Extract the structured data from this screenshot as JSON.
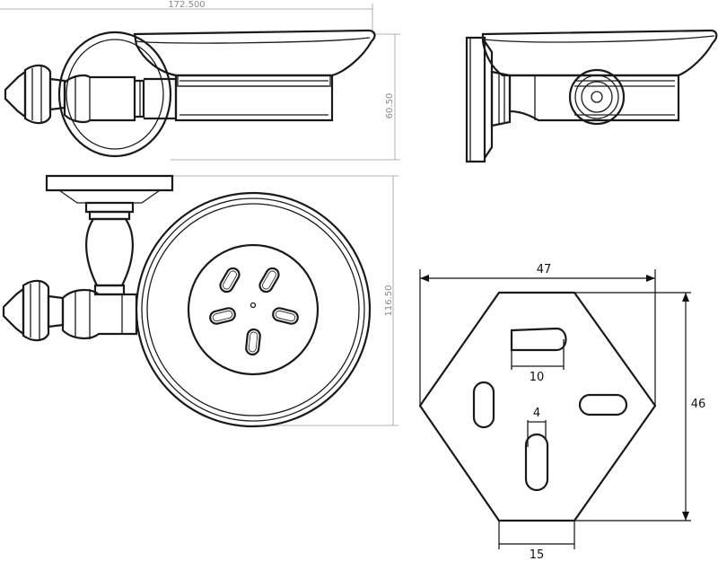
{
  "views": {
    "front": {
      "dim_width": "172.500",
      "dim_height": "60.50"
    },
    "top": {
      "dim_height": "116.50"
    },
    "mount_plate": {
      "dim_width": "47",
      "dim_height": "46",
      "dim_slot": "10",
      "dim_slot_width": "4",
      "dim_bottom": "15"
    }
  }
}
